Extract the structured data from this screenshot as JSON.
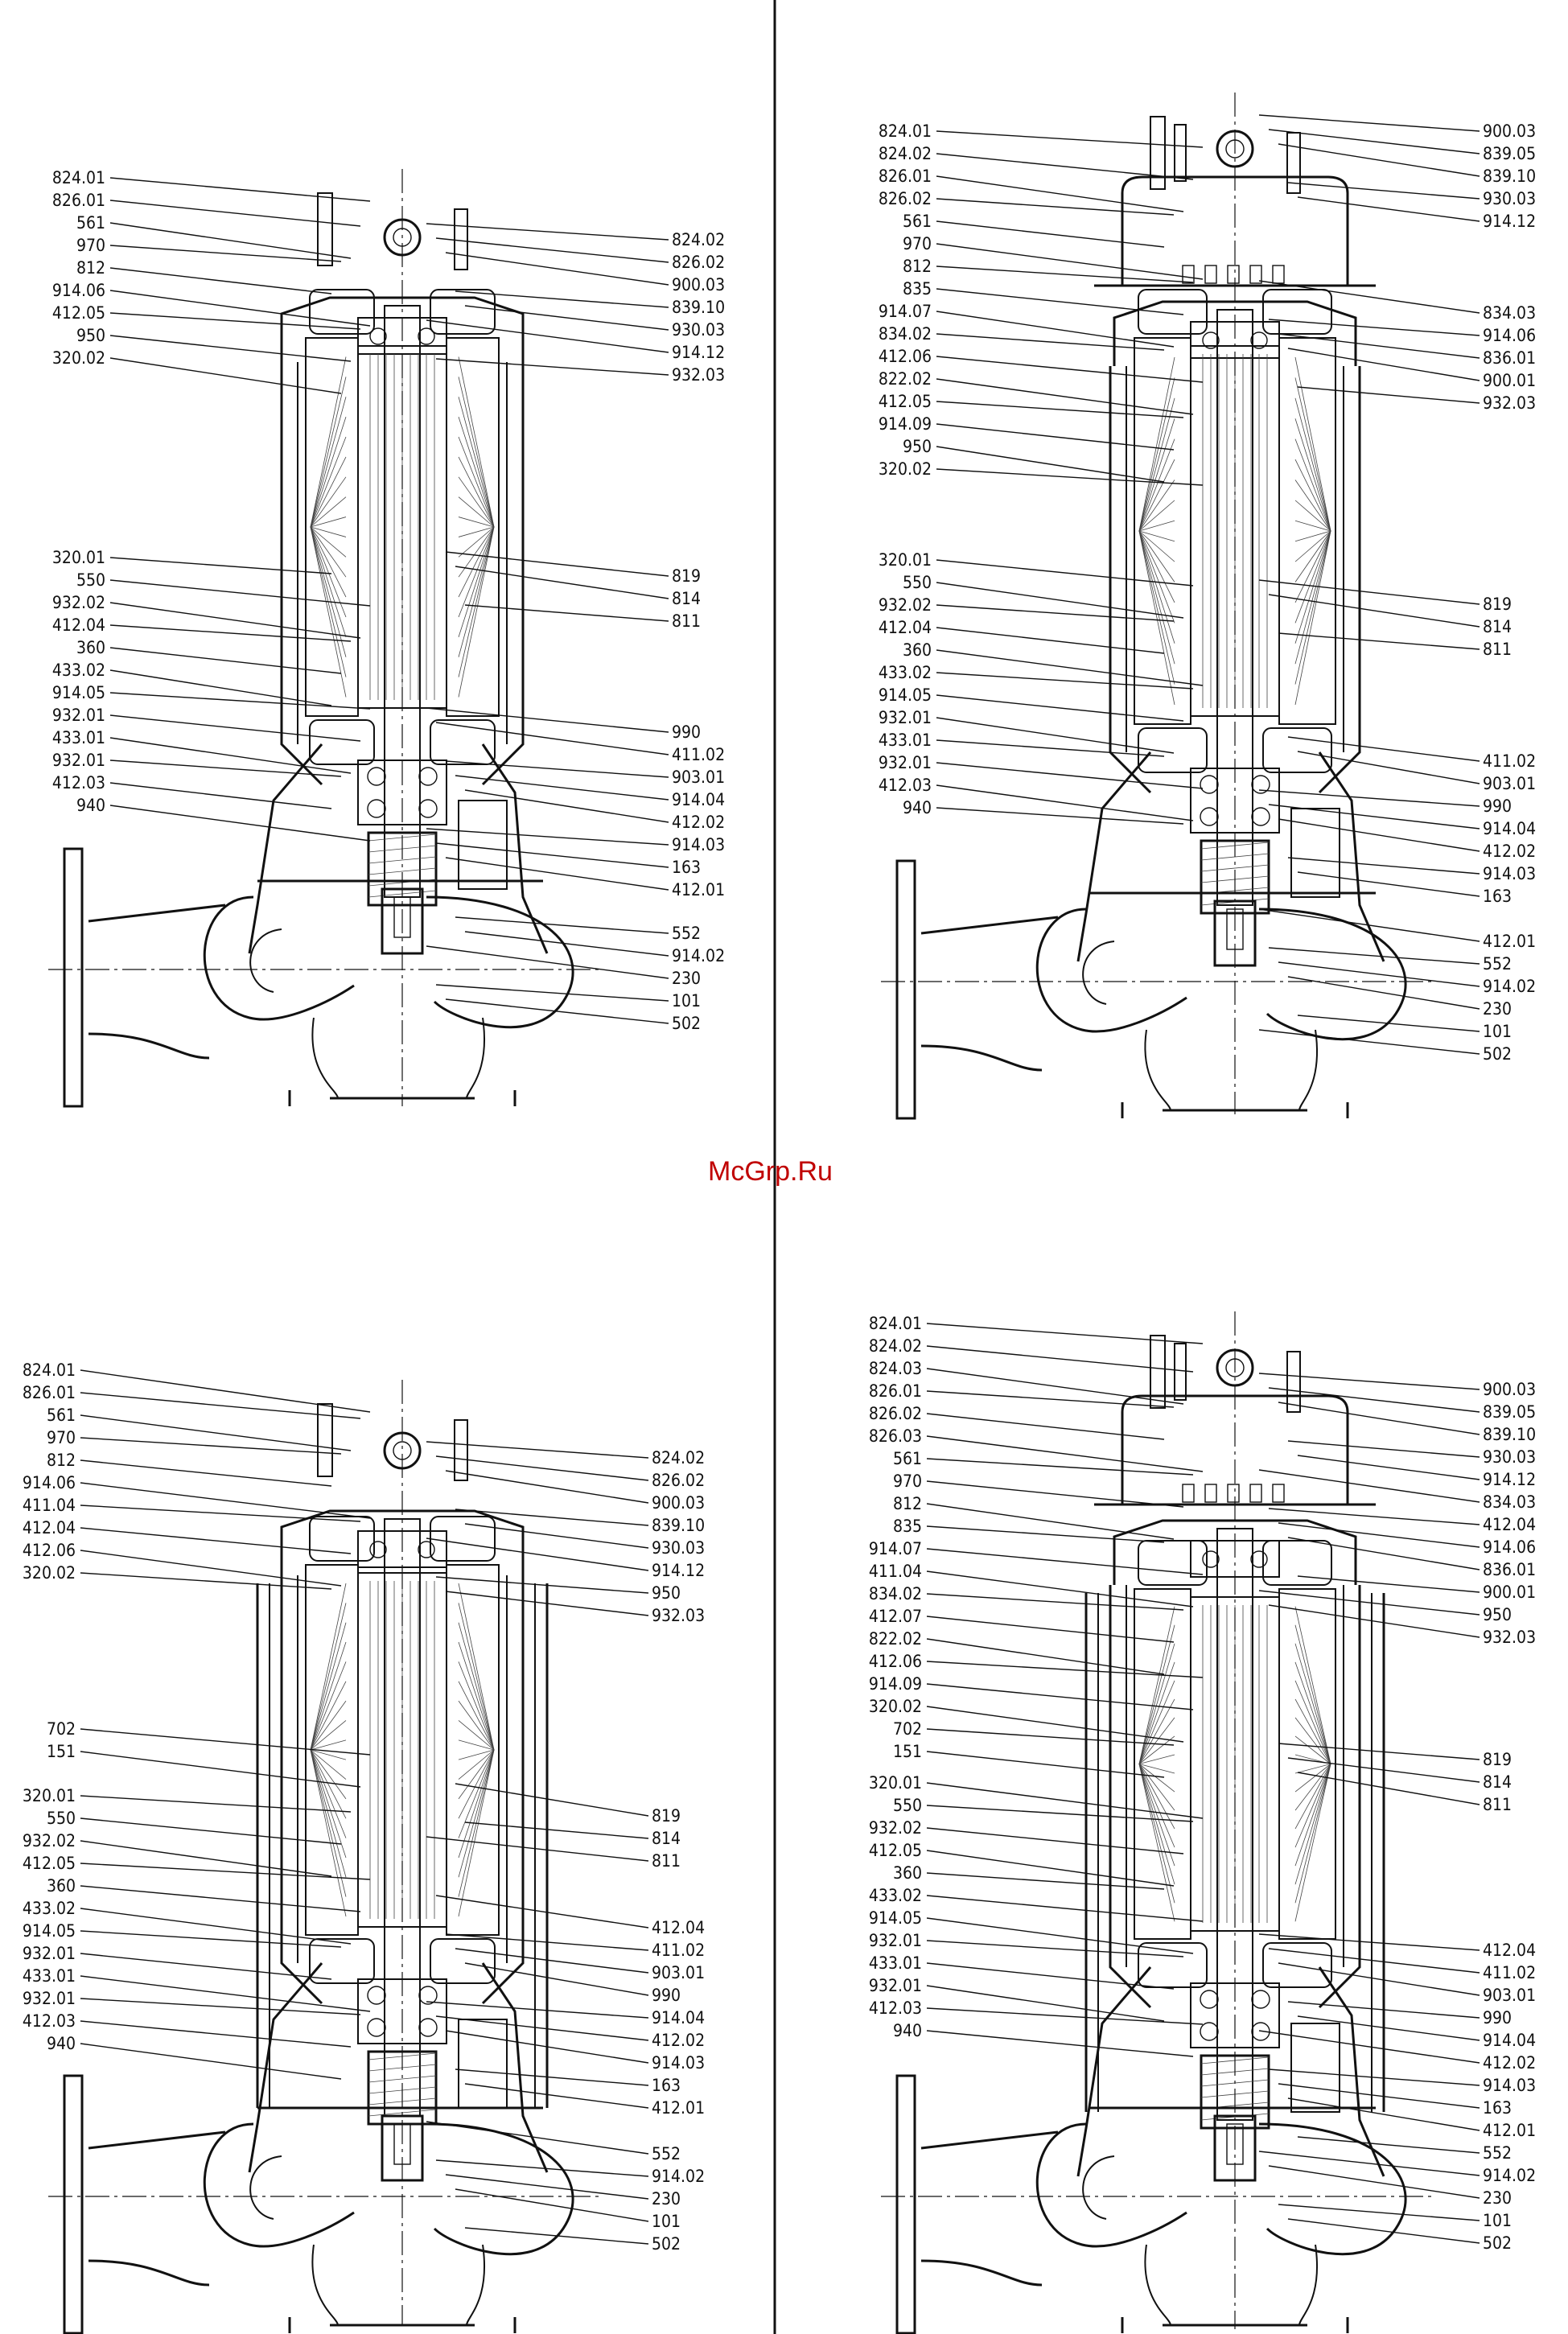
{
  "watermark": "McGrp.Ru",
  "drawings": [
    {
      "id": "pump-top-left",
      "left_labels": [
        "824.01",
        "826.01",
        "561",
        "970",
        "812",
        "914.06",
        "412.05",
        "950",
        "320.02",
        "320.01",
        "550",
        "932.02",
        "412.04",
        "360",
        "433.02",
        "914.05",
        "932.01",
        "433.01",
        "932.01",
        "412.03",
        "940"
      ],
      "right_labels": [
        "824.02",
        "826.02",
        "900.03",
        "839.10",
        "930.03",
        "914.12",
        "932.03",
        "819",
        "814",
        "811",
        "990",
        "411.02",
        "903.01",
        "914.04",
        "412.02",
        "914.03",
        "163",
        "412.01",
        "552",
        "914.02",
        "230",
        "101",
        "502"
      ]
    },
    {
      "id": "pump-top-right",
      "left_labels": [
        "824.01",
        "824.02",
        "826.01",
        "826.02",
        "561",
        "970",
        "812",
        "835",
        "914.07",
        "834.02",
        "412.06",
        "822.02",
        "412.05",
        "914.09",
        "950",
        "320.02",
        "320.01",
        "550",
        "932.02",
        "412.04",
        "360",
        "433.02",
        "914.05",
        "932.01",
        "433.01",
        "932.01",
        "412.03",
        "940"
      ],
      "right_labels": [
        "900.03",
        "839.05",
        "839.10",
        "930.03",
        "914.12",
        "834.03",
        "914.06",
        "836.01",
        "900.01",
        "932.03",
        "819",
        "814",
        "811",
        "411.02",
        "903.01",
        "990",
        "914.04",
        "412.02",
        "914.03",
        "163",
        "412.01",
        "552",
        "914.02",
        "230",
        "101",
        "502"
      ]
    },
    {
      "id": "pump-bottom-left",
      "left_labels": [
        "824.01",
        "826.01",
        "561",
        "970",
        "812",
        "914.06",
        "411.04",
        "412.04",
        "412.06",
        "320.02",
        "702",
        "151",
        "320.01",
        "550",
        "932.02",
        "412.05",
        "360",
        "433.02",
        "914.05",
        "932.01",
        "433.01",
        "932.01",
        "412.03",
        "940"
      ],
      "right_labels": [
        "824.02",
        "826.02",
        "900.03",
        "839.10",
        "930.03",
        "914.12",
        "950",
        "932.03",
        "819",
        "814",
        "811",
        "412.04",
        "411.02",
        "903.01",
        "990",
        "914.04",
        "412.02",
        "914.03",
        "163",
        "412.01",
        "552",
        "914.02",
        "230",
        "101",
        "502"
      ]
    },
    {
      "id": "pump-bottom-right",
      "left_labels": [
        "824.01",
        "824.02",
        "824.03",
        "826.01",
        "826.02",
        "826.03",
        "561",
        "970",
        "812",
        "835",
        "914.07",
        "411.04",
        "834.02",
        "412.07",
        "822.02",
        "412.06",
        "914.09",
        "320.02",
        "702",
        "151",
        "320.01",
        "550",
        "932.02",
        "412.05",
        "360",
        "433.02",
        "914.05",
        "932.01",
        "433.01",
        "932.01",
        "412.03",
        "940"
      ],
      "right_labels": [
        "900.03",
        "839.05",
        "839.10",
        "930.03",
        "914.12",
        "834.03",
        "412.04",
        "914.06",
        "836.01",
        "900.01",
        "950",
        "932.03",
        "819",
        "814",
        "811",
        "412.04",
        "411.02",
        "903.01",
        "990",
        "914.04",
        "412.02",
        "914.03",
        "163",
        "412.01",
        "552",
        "914.02",
        "230",
        "101",
        "502"
      ]
    }
  ]
}
